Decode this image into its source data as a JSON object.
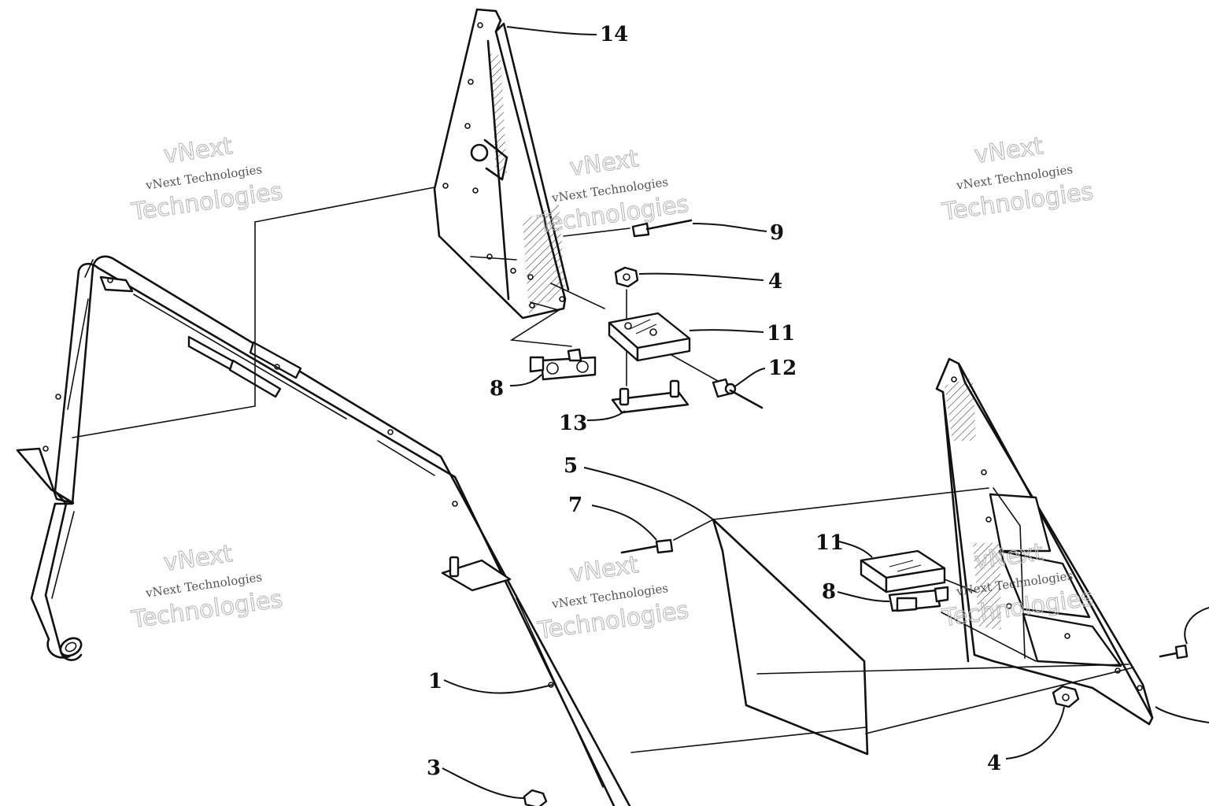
{
  "diagram": {
    "callouts": {
      "c14": "14",
      "c9": "9",
      "c4_top": "4",
      "c11_top": "11",
      "c12": "12",
      "c8_top": "8",
      "c13": "13",
      "c5": "5",
      "c7": "7",
      "c11_low": "11",
      "c8_low": "8",
      "c1": "1",
      "c3": "3",
      "c4_low": "4"
    },
    "watermark": {
      "line_small": "vNext Technologies",
      "line_big_1": "vNext",
      "line_big_2": "Technologies"
    }
  }
}
